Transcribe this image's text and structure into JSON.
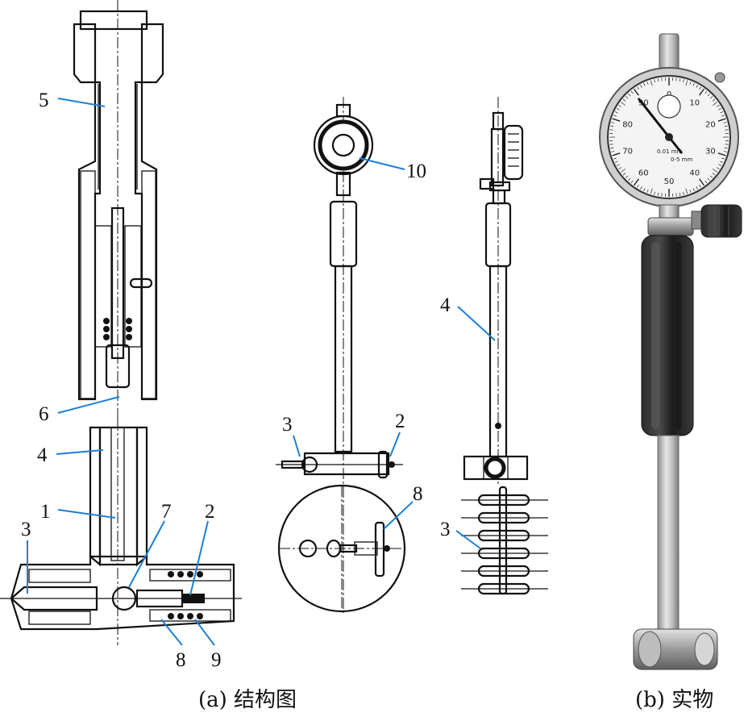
{
  "captions": {
    "a": "(a) 结构图",
    "b": "(b) 实物"
  },
  "labels": {
    "sectional": [
      "5",
      "6",
      "4",
      "1",
      "3",
      "7",
      "2",
      "8",
      "9"
    ],
    "front": [
      "10",
      "3",
      "2",
      "8"
    ],
    "side": [
      "4",
      "3"
    ]
  },
  "dial_numbers": [
    "0",
    "10",
    "20",
    "30",
    "40",
    "50",
    "60",
    "70",
    "80",
    "90"
  ],
  "dial_text": [
    "0.01 mm",
    "0-5 mm"
  ],
  "colors": {
    "leader": "#1a7fd6",
    "ink": "#111111"
  }
}
